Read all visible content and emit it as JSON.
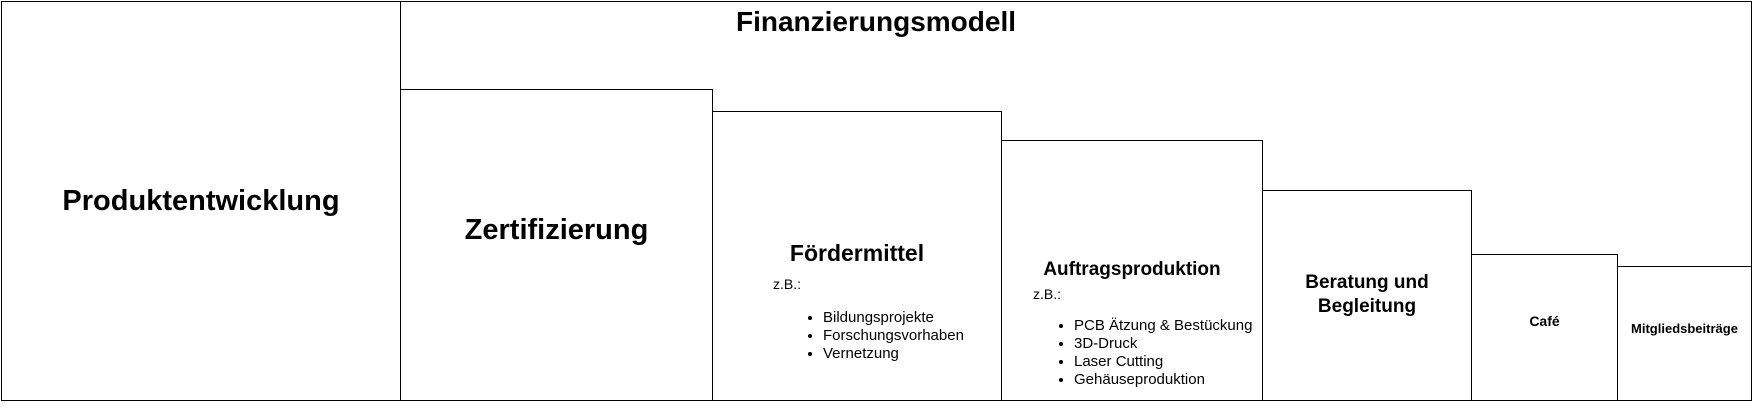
{
  "title": "Finanzierungsmodell",
  "blocks": {
    "produktentwicklung": "Produktentwicklung",
    "zertifizierung": "Zertifizierung",
    "foerdermittel": {
      "label": "Fördermittel",
      "note": "z.B.:",
      "items": [
        "Bildungsprojekte",
        "Forschungsvorhaben",
        "Vernetzung"
      ]
    },
    "auftragsproduktion": {
      "label": "Auftragsproduktion",
      "note": "z.B.:",
      "items": [
        "PCB Ätzung & Bestückung",
        "3D-Druck",
        "Laser Cutting",
        "Gehäuseproduktion"
      ]
    },
    "beratung": "Beratung und Begleitung",
    "cafe": "Café",
    "mitgliedsbeitraege": "Mitgliedsbeiträge"
  }
}
